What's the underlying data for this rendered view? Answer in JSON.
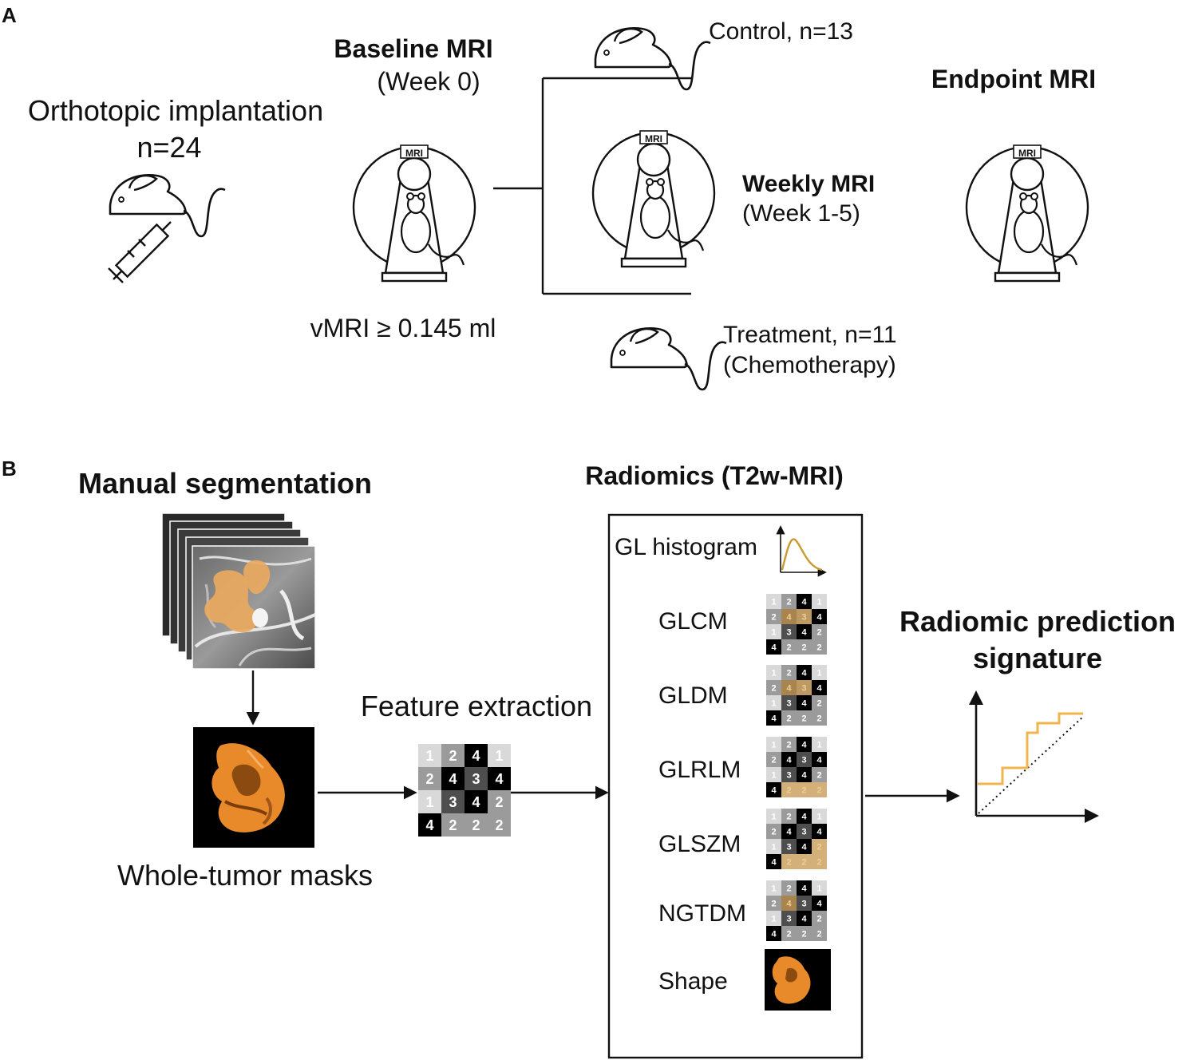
{
  "panel_a": {
    "label": "A",
    "implant_title": "Orthotopic implantation",
    "implant_n": "n=24",
    "baseline_title": "Baseline MRI",
    "baseline_week": "(Week 0)",
    "vmri_criterion": "vMRI ≥ 0.145 ml",
    "control_group": "Control, n=13",
    "treatment_group": "Treatment, n=11",
    "treatment_type": "(Chemotherapy)",
    "weekly_title": "Weekly MRI",
    "weekly_weeks": "(Week 1-5)",
    "endpoint_title": "Endpoint MRI",
    "scanner_label": "MRI"
  },
  "panel_b": {
    "label": "B",
    "segmentation_title": "Manual segmentation",
    "mask_label": "Whole-tumor masks",
    "extraction_label": "Feature extraction",
    "radiomics_title": "Radiomics (T2w-MRI)",
    "features": [
      "GL histogram",
      "GLCM",
      "GLDM",
      "GLRLM",
      "GLSZM",
      "NGTDM",
      "Shape"
    ],
    "signature_line1": "Radiomic prediction",
    "signature_line2": "signature",
    "matrix": [
      [
        "1",
        "2",
        "4",
        "1"
      ],
      [
        "2",
        "4",
        "3",
        "4"
      ],
      [
        "1",
        "3",
        "4",
        "2"
      ],
      [
        "4",
        "2",
        "2",
        "2"
      ]
    ],
    "colors": {
      "tumor_orange": "#e8892a",
      "highlight": "#e9b96e",
      "curve_gold": "#c99a2e",
      "roc_line": "#f0b54e"
    }
  }
}
